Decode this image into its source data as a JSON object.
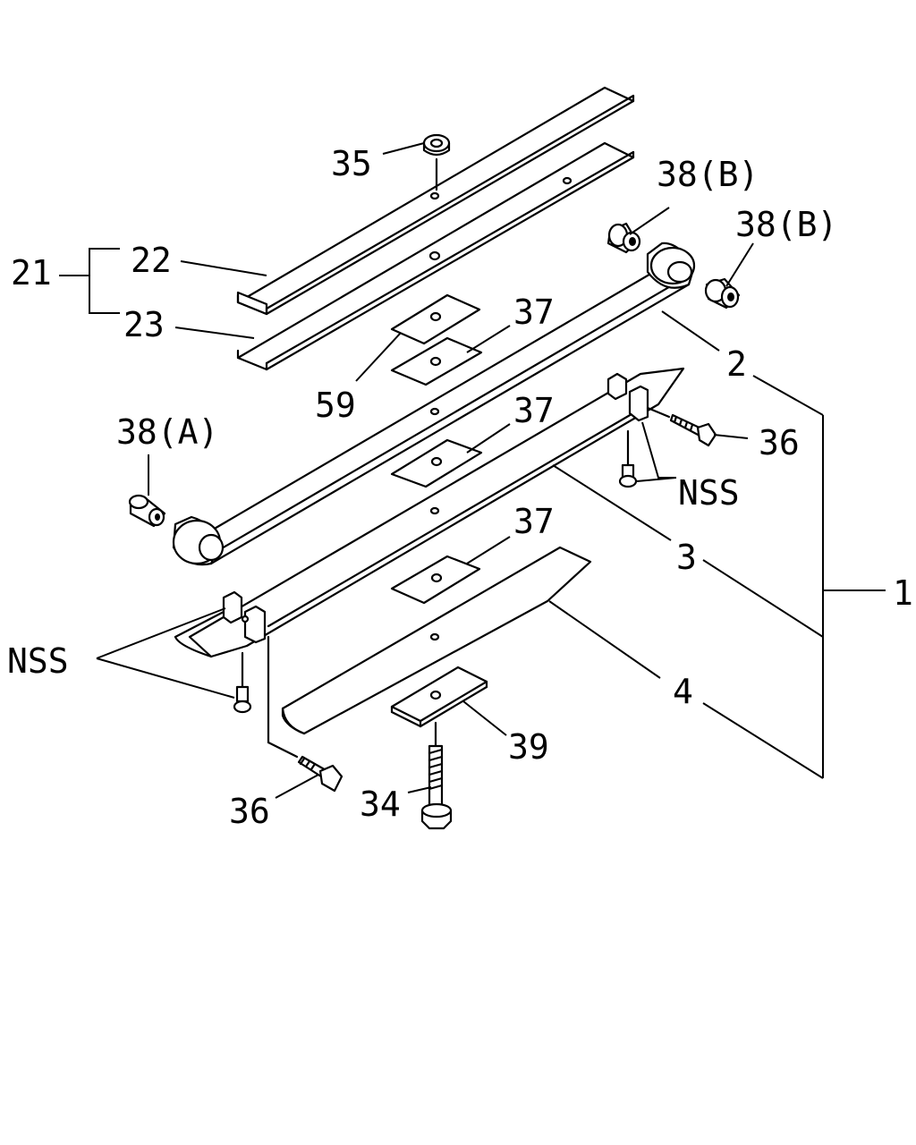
{
  "labels": {
    "l1": "1",
    "l2": "2",
    "l3": "3",
    "l4": "4",
    "l21": "21",
    "l22": "22",
    "l23": "23",
    "l34": "34",
    "l35": "35",
    "l36a": "36",
    "l36b": "36",
    "l37a": "37",
    "l37b": "37",
    "l37c": "37",
    "l38a": "38(A)",
    "l38b1": "38(B)",
    "l38b2": "38(B)",
    "l39": "39",
    "l59": "59",
    "nss1": "NSS",
    "nss2": "NSS"
  }
}
